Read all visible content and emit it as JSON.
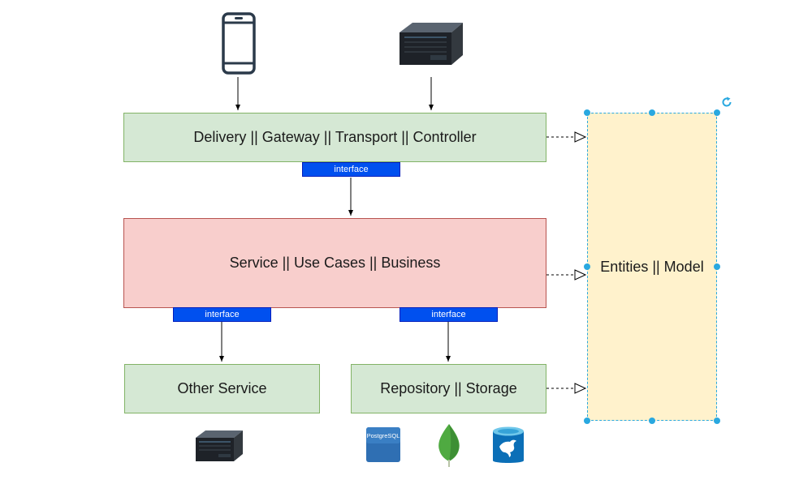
{
  "layers": {
    "delivery": "Delivery || Gateway || Transport || Controller",
    "service": "Service || Use Cases || Business",
    "other_service": "Other Service",
    "repository": "Repository || Storage",
    "entities": "Entities || Model"
  },
  "interfaces": {
    "delivery_interface": "interface",
    "service_interface_left": "interface",
    "service_interface_right": "interface"
  },
  "icons": {
    "phone": "mobile-phone-icon",
    "server_top": "server-icon",
    "server_bottom": "server-icon",
    "postgresql": "postgresql-icon",
    "mongodb": "mongodb-leaf-icon",
    "mariadb": "mariadb-database-icon",
    "rotate": "rotate-handle-icon"
  },
  "logo_text": {
    "postgresql": "PostgreSQL"
  },
  "colors": {
    "green_fill": "#d5e8d4",
    "green_stroke": "#82b366",
    "red_fill": "#f8cecc",
    "red_stroke": "#b85450",
    "yellow_fill": "#fff2cc",
    "interface_fill": "#0050ef",
    "selection": "#29a8e0"
  }
}
